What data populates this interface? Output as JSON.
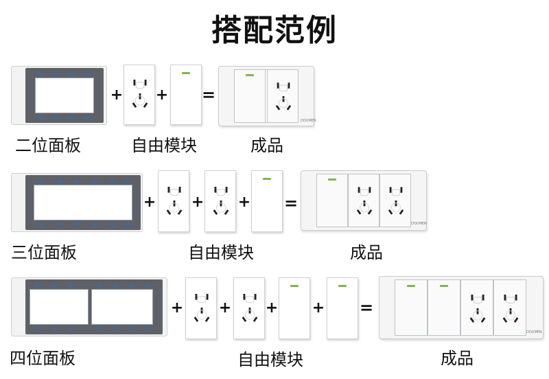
{
  "title": "搭配范例",
  "rows": [
    {
      "frame_label": "二位面板",
      "modules_label": "自由模块",
      "product_label": "成品"
    },
    {
      "frame_label": "三位面板",
      "modules_label": "自由模块",
      "product_label": "成品"
    },
    {
      "frame_label": "四位面板",
      "modules_label": "自由模块",
      "product_label": "成品"
    }
  ],
  "operators": {
    "plus": "+",
    "equals": "="
  },
  "brand_mark": "DOUMEN",
  "colors": {
    "frame_dark": "#5e6268",
    "led": "#7bb84a",
    "clip": "#2f6fb8"
  }
}
